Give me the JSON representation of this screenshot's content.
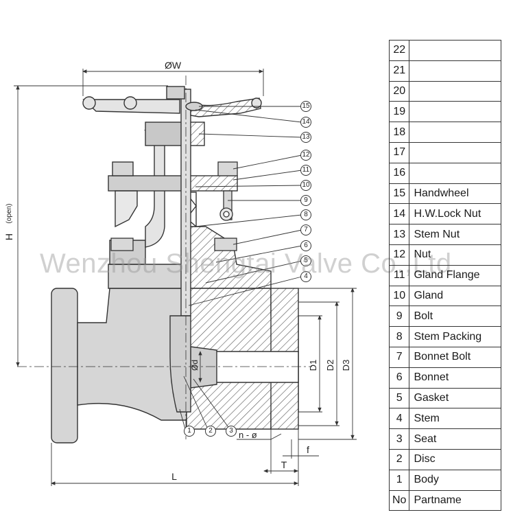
{
  "dimensions": {
    "handwheel_diameter": "ØW",
    "height_open": "H",
    "height_open_note": "(open)",
    "length": "L",
    "flange_thickness": "T",
    "raised_face": "f",
    "bolt_holes": "n - ø",
    "seat_bore": "Ød",
    "d1": "D1",
    "d2": "D2",
    "d3": "D3"
  },
  "callouts": [
    "1",
    "2",
    "3",
    "4",
    "5",
    "6",
    "7",
    "8",
    "9",
    "10",
    "11",
    "12",
    "13",
    "14",
    "15"
  ],
  "parts_table": {
    "rows": [
      {
        "no": "22",
        "name": ""
      },
      {
        "no": "21",
        "name": ""
      },
      {
        "no": "20",
        "name": ""
      },
      {
        "no": "19",
        "name": ""
      },
      {
        "no": "18",
        "name": ""
      },
      {
        "no": "17",
        "name": ""
      },
      {
        "no": "16",
        "name": ""
      },
      {
        "no": "15",
        "name": "Handwheel"
      },
      {
        "no": "14",
        "name": "H.W.Lock  Nut"
      },
      {
        "no": "13",
        "name": "Stem Nut"
      },
      {
        "no": "12",
        "name": "Nut"
      },
      {
        "no": "11",
        "name": "Gland Flange"
      },
      {
        "no": "10",
        "name": "Gland"
      },
      {
        "no": "9",
        "name": "Bolt"
      },
      {
        "no": "8",
        "name": "Stem Packing"
      },
      {
        "no": "7",
        "name": "Bonnet Bolt"
      },
      {
        "no": "6",
        "name": "Bonnet"
      },
      {
        "no": "5",
        "name": "Gasket"
      },
      {
        "no": "4",
        "name": "Stem"
      },
      {
        "no": "3",
        "name": "Seat"
      },
      {
        "no": "2",
        "name": "Disc"
      },
      {
        "no": "1",
        "name": "Body"
      }
    ],
    "header": {
      "no": "No",
      "name": "Partname"
    }
  },
  "watermark": "Wenzhou Shengtai Valve Co.,Ltd",
  "colors": {
    "line": "#333333",
    "fill": "#d6d6d6",
    "hatch": "#555555"
  }
}
